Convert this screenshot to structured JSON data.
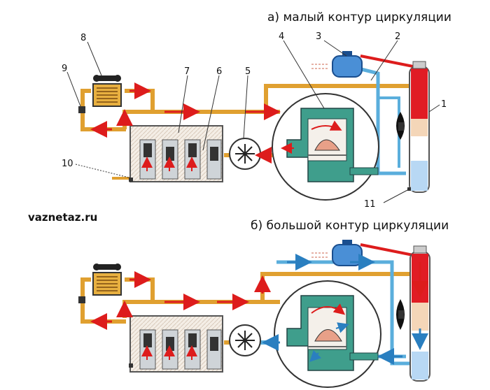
{
  "title_a": "а) малый контур циркуляции",
  "title_b": "б) большой контур циркуляции",
  "site": "vaznetaz.ru",
  "callouts": {
    "n1": "1",
    "n2": "2",
    "n3": "3",
    "n4": "4",
    "n5": "5",
    "n6": "6",
    "n7": "7",
    "n8": "8",
    "n9": "9",
    "n10": "10",
    "n11": "11"
  },
  "colors": {
    "hot_pipe": "#e0a030",
    "cool_pipe": "#5aaedc",
    "arrow_hot": "#dd1c1c",
    "arrow_cool": "#2a7fc0",
    "thermostat_body": "#3f9e8c",
    "tank": "#4a8fd6",
    "radiator_hot": "#e01c24",
    "radiator_cool": "#b8d8f4"
  }
}
